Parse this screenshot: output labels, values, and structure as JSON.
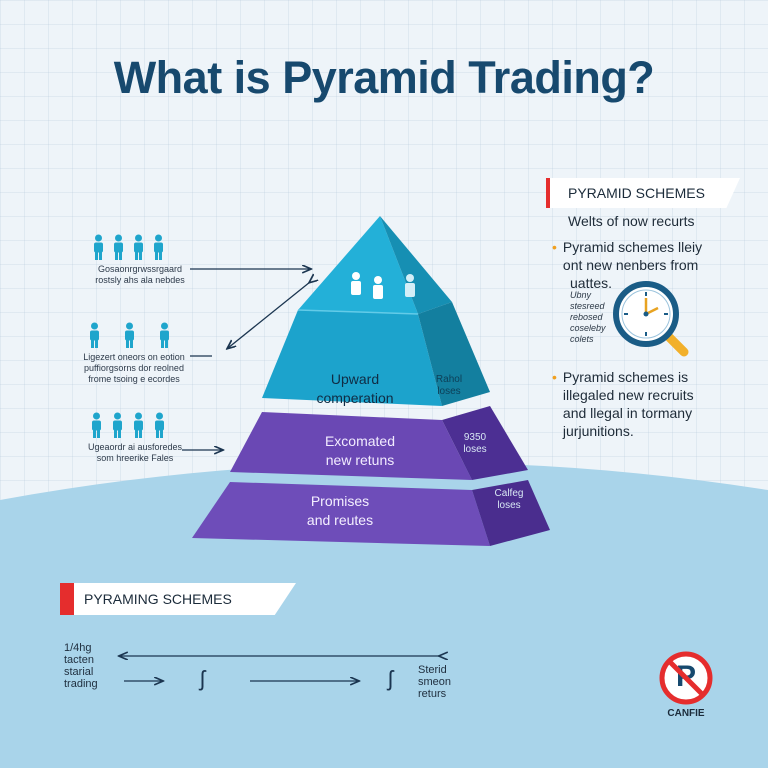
{
  "title": "What is Pyramid Trading?",
  "left_groups": [
    {
      "caption": "Gosaonrgrwssrgaard\nrostsly ahs ala nebdes"
    },
    {
      "caption": "Ligezert oneors on eotion\npuffiorgsorns dor reolned\nfrome tsoing e ecordes"
    },
    {
      "caption": "Ugeaordr ai ausforedes\nsom hreerike Fales"
    }
  ],
  "pyramid": {
    "tiers": [
      {
        "label": "Upward\ncomperation",
        "side": "Rahol\nloses"
      },
      {
        "label": "Excomated\nnew retuns",
        "side": "9350\nloses"
      },
      {
        "label": "Promises\nand reutes",
        "side": "Calfeg\nloses"
      }
    ]
  },
  "right_panel": {
    "banner": "PYRAMID SCHEMES",
    "heading": "Welts of now recurts",
    "bullet1": "Pyramid schemes lleiy\nont new nenbers from",
    "bullet1_tail": "uattes.",
    "bullet1_notes": "Ubny\nstesreed\nrebosed\ncoseleby\ncolets",
    "bullet2": "Pyramid schemes is\nillegaled new recruits\nand llegal in tormany\njurjunitions."
  },
  "bottom": {
    "banner": "PYRAMING SCHEMES",
    "left_label": "1/4hg\ntacten\nstarial\ntrading",
    "right_label": "Sterid\nsmeon\nreturs",
    "glyph1": "ʃ",
    "glyph2": "ʃ",
    "badge_letter": "P",
    "badge_caption": "CANFIE"
  },
  "colors": {
    "title": "#17496e",
    "teal": "#1fa5cc",
    "purple": "#5e3fa6",
    "banner_red": "#e52d2d",
    "ground": "#a9d4ea"
  }
}
